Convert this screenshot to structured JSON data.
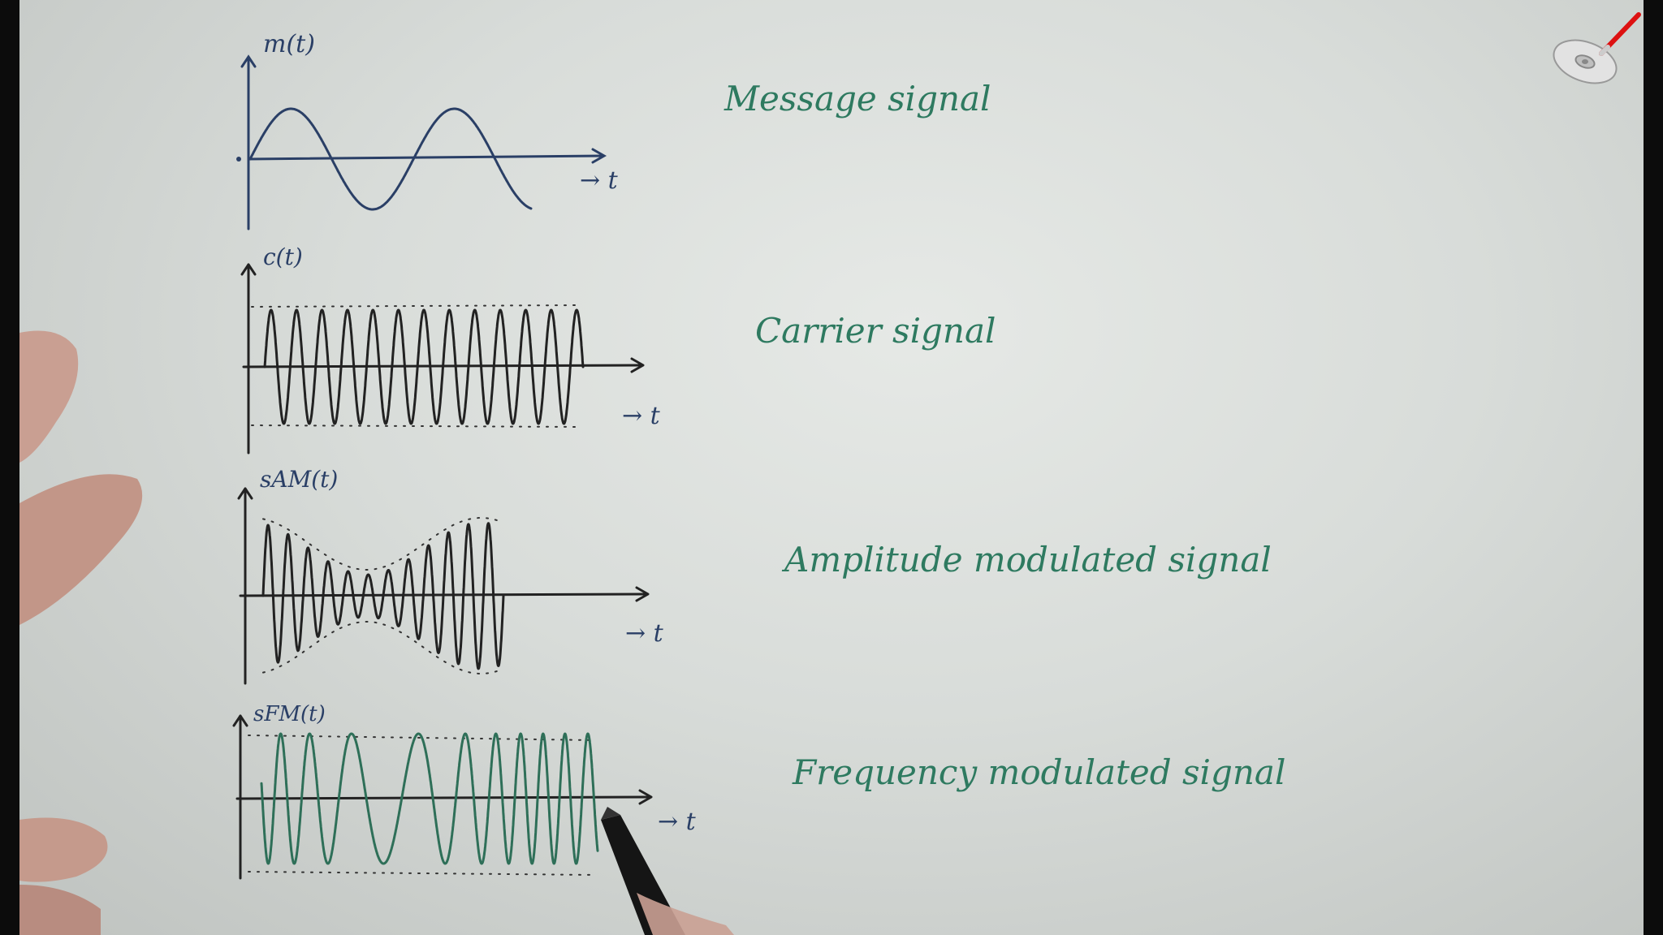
{
  "panels": [
    {
      "id": "message",
      "axis_label": "m(t)",
      "time_label": "→ t",
      "caption": "Message signal",
      "waveform": "sine"
    },
    {
      "id": "carrier",
      "axis_label": "c(t)",
      "time_label": "→ t",
      "caption": "Carrier signal",
      "waveform": "high-frequency sine"
    },
    {
      "id": "am",
      "axis_label": "sAM(t)",
      "time_label": "→ t",
      "caption": "Amplitude modulated signal",
      "waveform": "amplitude-modulated carrier"
    },
    {
      "id": "fm",
      "axis_label": "sFM(t)",
      "time_label": "→ t",
      "caption": "Frequency modulated signal",
      "waveform": "frequency-modulated carrier"
    }
  ],
  "colors": {
    "caption_ink": "#2e7a60",
    "axis_ink": "#2a3f66",
    "waveform_ink_message": "#2a3f66",
    "waveform_ink_carrier": "#222222",
    "waveform_ink_am": "#222222",
    "waveform_ink_fm": "#2e6f58",
    "paper": "#dfe2df"
  },
  "icons": {
    "top_right": "disc-with-pen-icon",
    "bottom": "marker-pen-icon"
  }
}
